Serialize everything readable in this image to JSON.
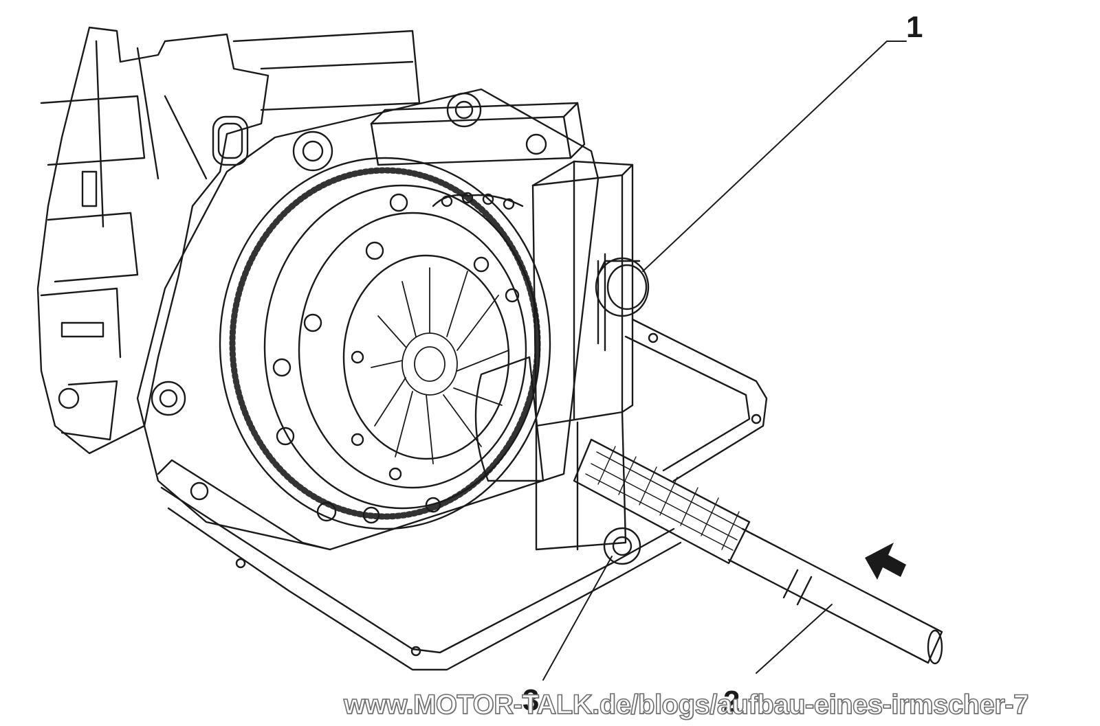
{
  "diagram": {
    "callouts": [
      {
        "id": "1",
        "label": "1"
      },
      {
        "id": "2",
        "label": "2"
      },
      {
        "id": "3",
        "label": "3"
      }
    ],
    "watermark": "www.MOTOR-TALK.de/blogs/aufbau-eines-irmscher-7",
    "colors": {
      "line": "#1a1a1a",
      "background": "#ffffff",
      "watermark_outline": "#6e6e6e"
    },
    "icons": [
      "direction-arrow-icon"
    ]
  }
}
